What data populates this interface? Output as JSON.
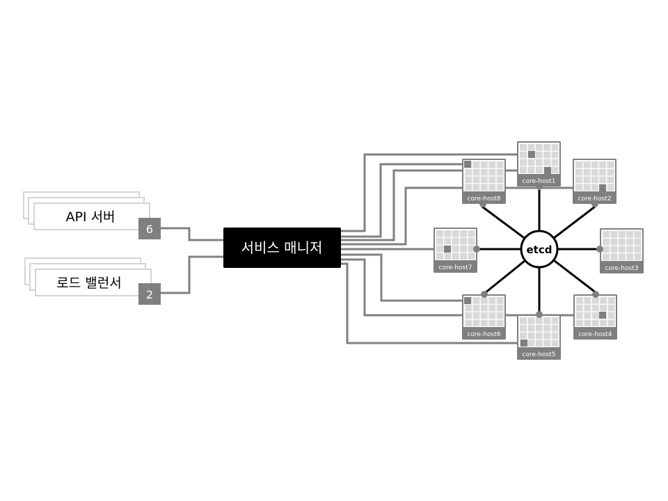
{
  "sources": [
    {
      "label": "API 서버",
      "count": "6"
    },
    {
      "label": "로드 밸런서",
      "count": "2"
    }
  ],
  "manager": {
    "label": "서비스 매니저"
  },
  "etcd": {
    "label": "etcd"
  },
  "hosts": [
    {
      "name": "core-host1"
    },
    {
      "name": "core-host2"
    },
    {
      "name": "core-host3"
    },
    {
      "name": "core-host4"
    },
    {
      "name": "core-host5"
    },
    {
      "name": "core-host6"
    },
    {
      "name": "core-host7"
    },
    {
      "name": "core-host8"
    }
  ],
  "colors": {
    "line": "#808080",
    "box": "#7f7f7f",
    "cell": "#d9d9d9",
    "manager": "#000000",
    "stack": "#d4d4d4"
  }
}
